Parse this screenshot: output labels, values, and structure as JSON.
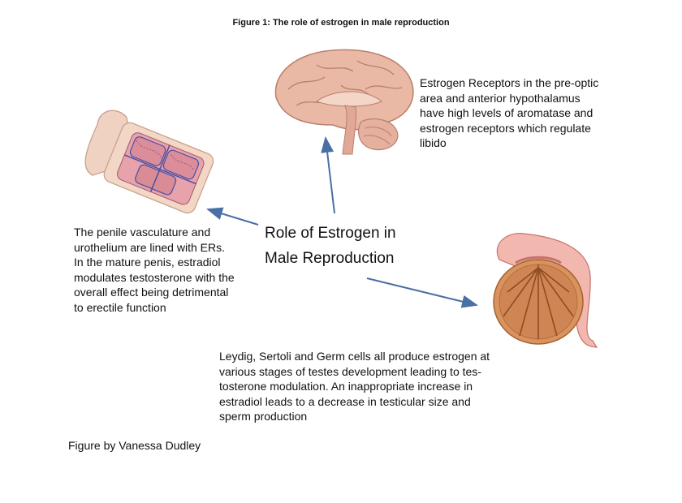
{
  "figure": {
    "title": "Figure 1: The role of estrogen in male reproduction",
    "center_label_line1": "Role of Estrogen in",
    "center_label_line2": "Male Reproduction",
    "credit": "Figure by Vanessa Dudley"
  },
  "brain": {
    "lines": [
      "Estrogen Receptors in the pre-optic",
      "area and anterior hypothalamus",
      "have high levels of aromatase and",
      "estrogen receptors which regulate",
      "libido"
    ]
  },
  "penis": {
    "lines": [
      "The penile vasculature and",
      "urothelium are lined with ERs.",
      "In the mature penis, estradiol",
      "modulates testosterone with the",
      "overall effect being detrimental",
      "to erectile function"
    ]
  },
  "testis": {
    "lines": [
      "Leydig, Sertoli and Germ cells all produce estrogen at",
      "various stages of testes development leading to tes-",
      "tosterone modulation. An inappropriate increase in",
      "estradiol leads to a decrease in testicular size and",
      "sperm production"
    ]
  },
  "colors": {
    "arrow": "#4a6fa5",
    "brain": "#e8b8a4",
    "testis": "#c9805a",
    "penis_skin": "#f2d6c6",
    "erectile_tissue": "#d98b96",
    "vessel": "#4a4fa0"
  },
  "icons": {
    "brain": "brain-illustration",
    "penis": "penis-cross-section-illustration",
    "testis": "testis-illustration"
  }
}
